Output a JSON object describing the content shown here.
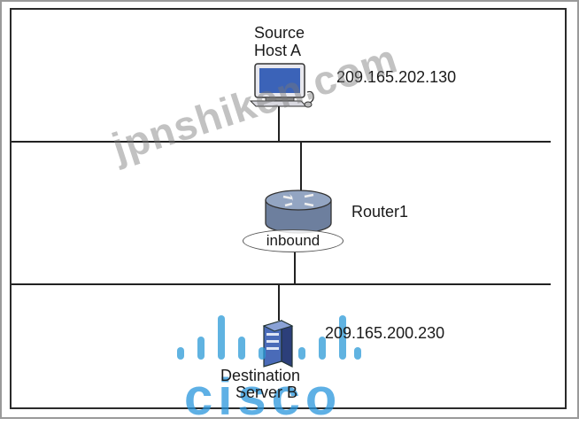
{
  "source": {
    "title": "Source",
    "name": "Host A",
    "ip": "209.165.202.130"
  },
  "router": {
    "name": "Router1",
    "interface_label": "inbound"
  },
  "destination": {
    "title": "Destination",
    "name": "Server B",
    "ip": "209.165.200.230"
  },
  "watermark": {
    "text": "jpnshiken.com"
  },
  "logo": {
    "text": "cisco",
    "color": "#1e9bd7"
  },
  "icons": [
    "computer-icon",
    "router-icon",
    "server-icon",
    "cisco-logo"
  ]
}
